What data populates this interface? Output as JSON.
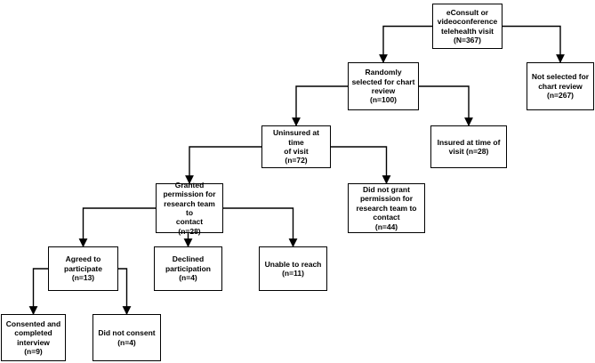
{
  "nodes": {
    "telehealth_visit": [
      "eConsult or",
      "videoconference",
      "telehealth visit",
      "(N=367)"
    ],
    "random_chart_review": [
      "Randomly",
      "selected for chart",
      "review",
      "(n=100)"
    ],
    "not_selected": [
      "Not selected for",
      "chart review",
      "(n=267)"
    ],
    "uninsured": [
      "Uninsured at time",
      "of visit",
      "(n=72)"
    ],
    "insured": [
      "Insured at time of",
      "visit (n=28)"
    ],
    "granted_permission": [
      "Granted",
      "permission for",
      "research team to",
      "contact",
      "(n=28)"
    ],
    "did_not_grant": [
      "Did not grant",
      "permission for",
      "research team to",
      "contact",
      "(n=44)"
    ],
    "agreed": [
      "Agreed to",
      "participate",
      "(n=13)"
    ],
    "declined": [
      "Declined",
      "participation",
      "(n=4)"
    ],
    "unable_to_reach": [
      "Unable to reach",
      "(n=11)"
    ],
    "consented": [
      "Consented and",
      "completed",
      "interview",
      "(n=9)"
    ],
    "did_not_consent": [
      "Did not consent",
      "(n=4)"
    ]
  },
  "edges": [
    [
      "telehealth_visit",
      "random_chart_review"
    ],
    [
      "telehealth_visit",
      "not_selected"
    ],
    [
      "random_chart_review",
      "uninsured"
    ],
    [
      "random_chart_review",
      "insured"
    ],
    [
      "uninsured",
      "granted_permission"
    ],
    [
      "uninsured",
      "did_not_grant"
    ],
    [
      "granted_permission",
      "agreed"
    ],
    [
      "granted_permission",
      "declined"
    ],
    [
      "granted_permission",
      "unable_to_reach"
    ],
    [
      "agreed",
      "consented"
    ],
    [
      "agreed",
      "did_not_consent"
    ]
  ],
  "colors": {
    "line": "#000000",
    "box_border": "#000000",
    "background": "#ffffff"
  }
}
